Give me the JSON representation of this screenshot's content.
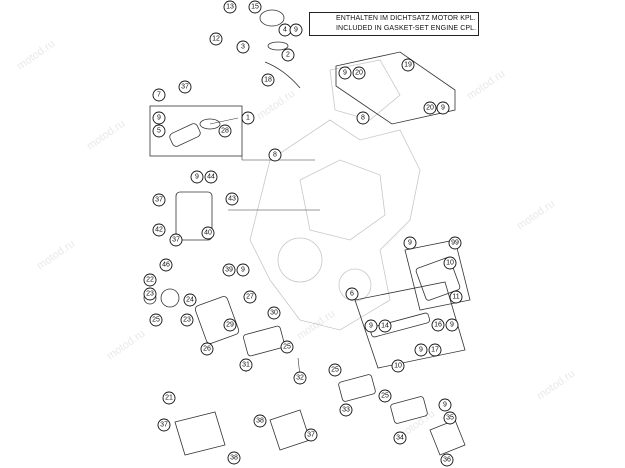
{
  "legend": {
    "symbol": "9",
    "line1": "ENTHALTEN IM DICHTSATZ MOTOR KPL.",
    "line2": "INCLUDED IN GASKET-SET ENGINE CPL."
  },
  "watermark": "motod.ru",
  "callouts": {
    "c13": "13",
    "c15": "15",
    "c4": "4",
    "c9a": "9",
    "c12": "12",
    "c3": "3",
    "c2": "2",
    "c18": "18",
    "c1": "1",
    "c37a": "37",
    "c7": "7",
    "c9b": "9",
    "c5": "5",
    "c28": "28",
    "c9c": "9",
    "c20a": "20",
    "c19": "19",
    "c20b": "20",
    "c9d": "9",
    "c8a": "8",
    "c8b": "8",
    "c9e": "9",
    "c44": "44",
    "c43": "43",
    "c37b": "37",
    "c42": "42",
    "c40": "40",
    "c37c": "37",
    "c46": "46",
    "c39": "39",
    "c9f": "9",
    "c22": "22",
    "c23a": "23",
    "c24": "24",
    "c25a": "25",
    "c23b": "23",
    "c27": "27",
    "c29": "29",
    "c30": "30",
    "c26": "26",
    "c25b": "25",
    "c31": "31",
    "c9g": "9",
    "c99": "99",
    "c10a": "10",
    "c11": "11",
    "c6": "6",
    "c9h": "9",
    "c14": "14",
    "c16": "16",
    "c9i": "9",
    "c17": "17",
    "c9j": "9",
    "c10b": "10",
    "c32": "32",
    "c25c": "25",
    "c25d": "25",
    "c33": "33",
    "c34": "34",
    "c9k": "9",
    "c35": "35",
    "c21": "21",
    "c37d": "37",
    "c38a": "38",
    "c37e": "37",
    "c36": "36",
    "c38b": "38"
  }
}
